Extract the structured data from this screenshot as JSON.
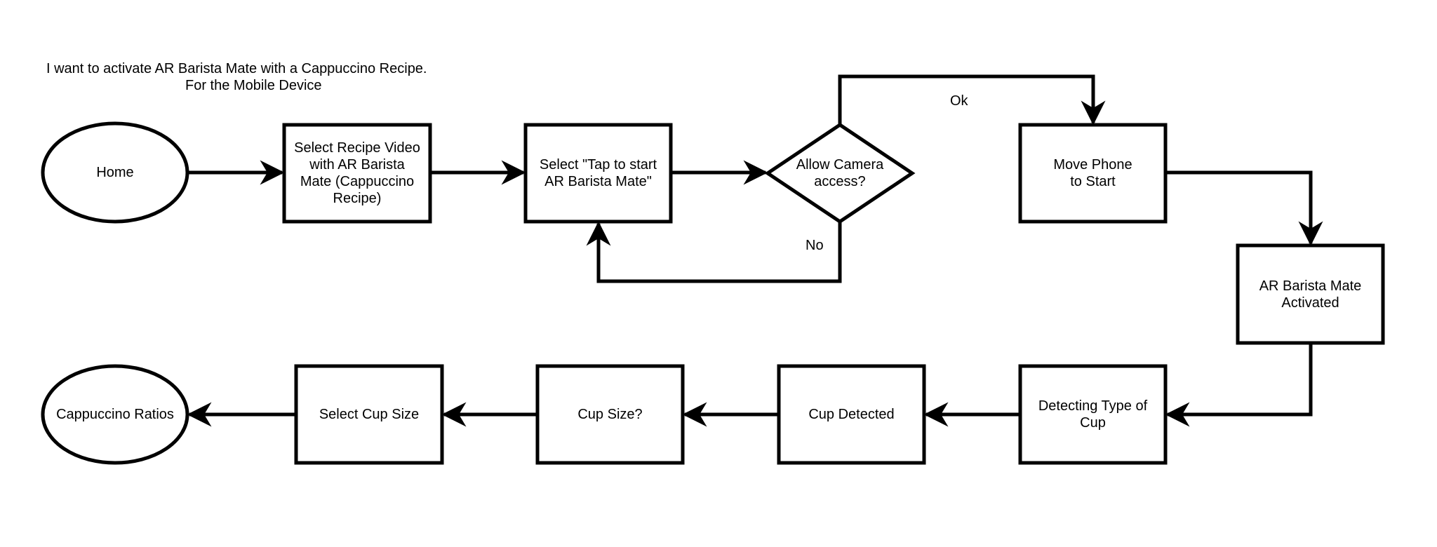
{
  "heading": {
    "line1": "I want to activate AR Barista Mate with a Cappuccino Recipe.",
    "line2": "For the Mobile Device"
  },
  "nodes": {
    "home": "Home",
    "select_recipe": "Select Recipe Video\nwith AR Barista\nMate (Cappuccino\nRecipe)",
    "tap_to_start": "Select \"Tap to start\nAR Barista Mate\"",
    "allow_camera": "Allow Camera\naccess?",
    "move_phone": "Move Phone\nto Start",
    "activated": "AR Barista Mate\nActivated",
    "detecting": "Detecting Type of\nCup",
    "cup_detected": "Cup Detected",
    "cup_size_question": "Cup Size?",
    "select_cup_size": "Select Cup Size",
    "ratios": "Cappuccino Ratios"
  },
  "edge_labels": {
    "ok": "Ok",
    "no": "No"
  },
  "colors": {
    "stroke": "#000000",
    "fill": "#ffffff"
  }
}
